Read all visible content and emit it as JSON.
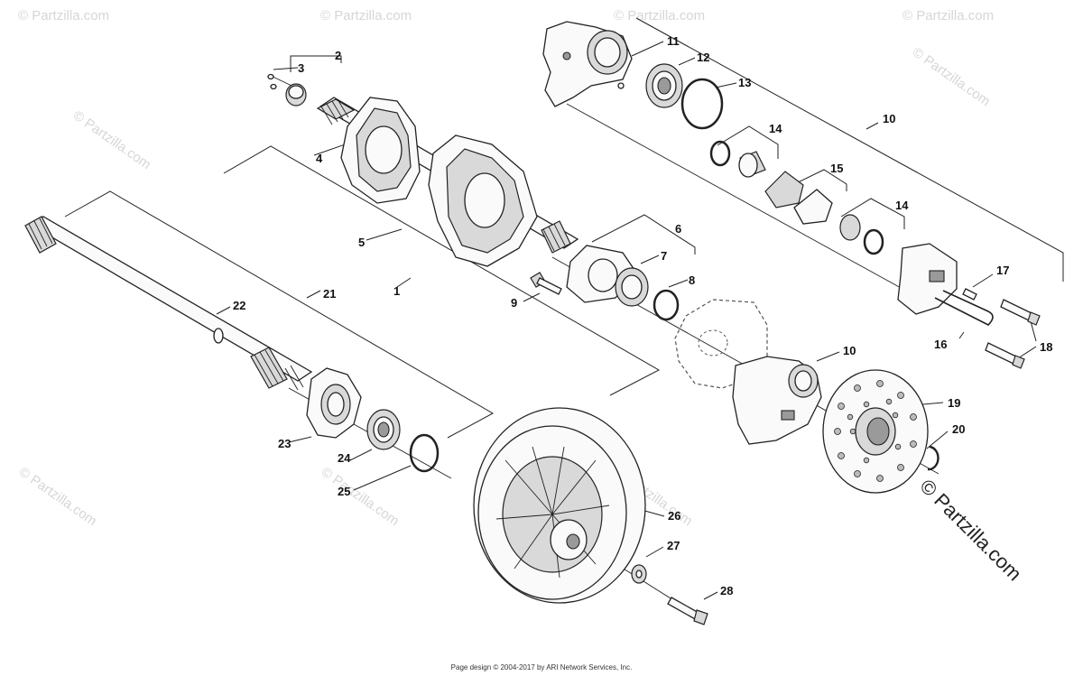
{
  "callouts": {
    "c1": "1",
    "c2": "2",
    "c3": "3",
    "c4": "4",
    "c5": "5",
    "c6": "6",
    "c7": "7",
    "c8": "8",
    "c9": "9",
    "c10a": "10",
    "c10b": "10",
    "c11": "11",
    "c12": "12",
    "c13": "13",
    "c14a": "14",
    "c14b": "14",
    "c15": "15",
    "c16": "16",
    "c17": "17",
    "c18": "18",
    "c19": "19",
    "c20": "20",
    "c21": "21",
    "c22": "22",
    "c23": "23",
    "c24": "24",
    "c25": "25",
    "c26": "26",
    "c27": "27",
    "c28": "28"
  },
  "watermarks": {
    "small": "© Partzilla.com",
    "large": "© Partzilla.com"
  },
  "footer": {
    "text": "Page design © 2004-2017 by ARI Network Services, Inc."
  }
}
